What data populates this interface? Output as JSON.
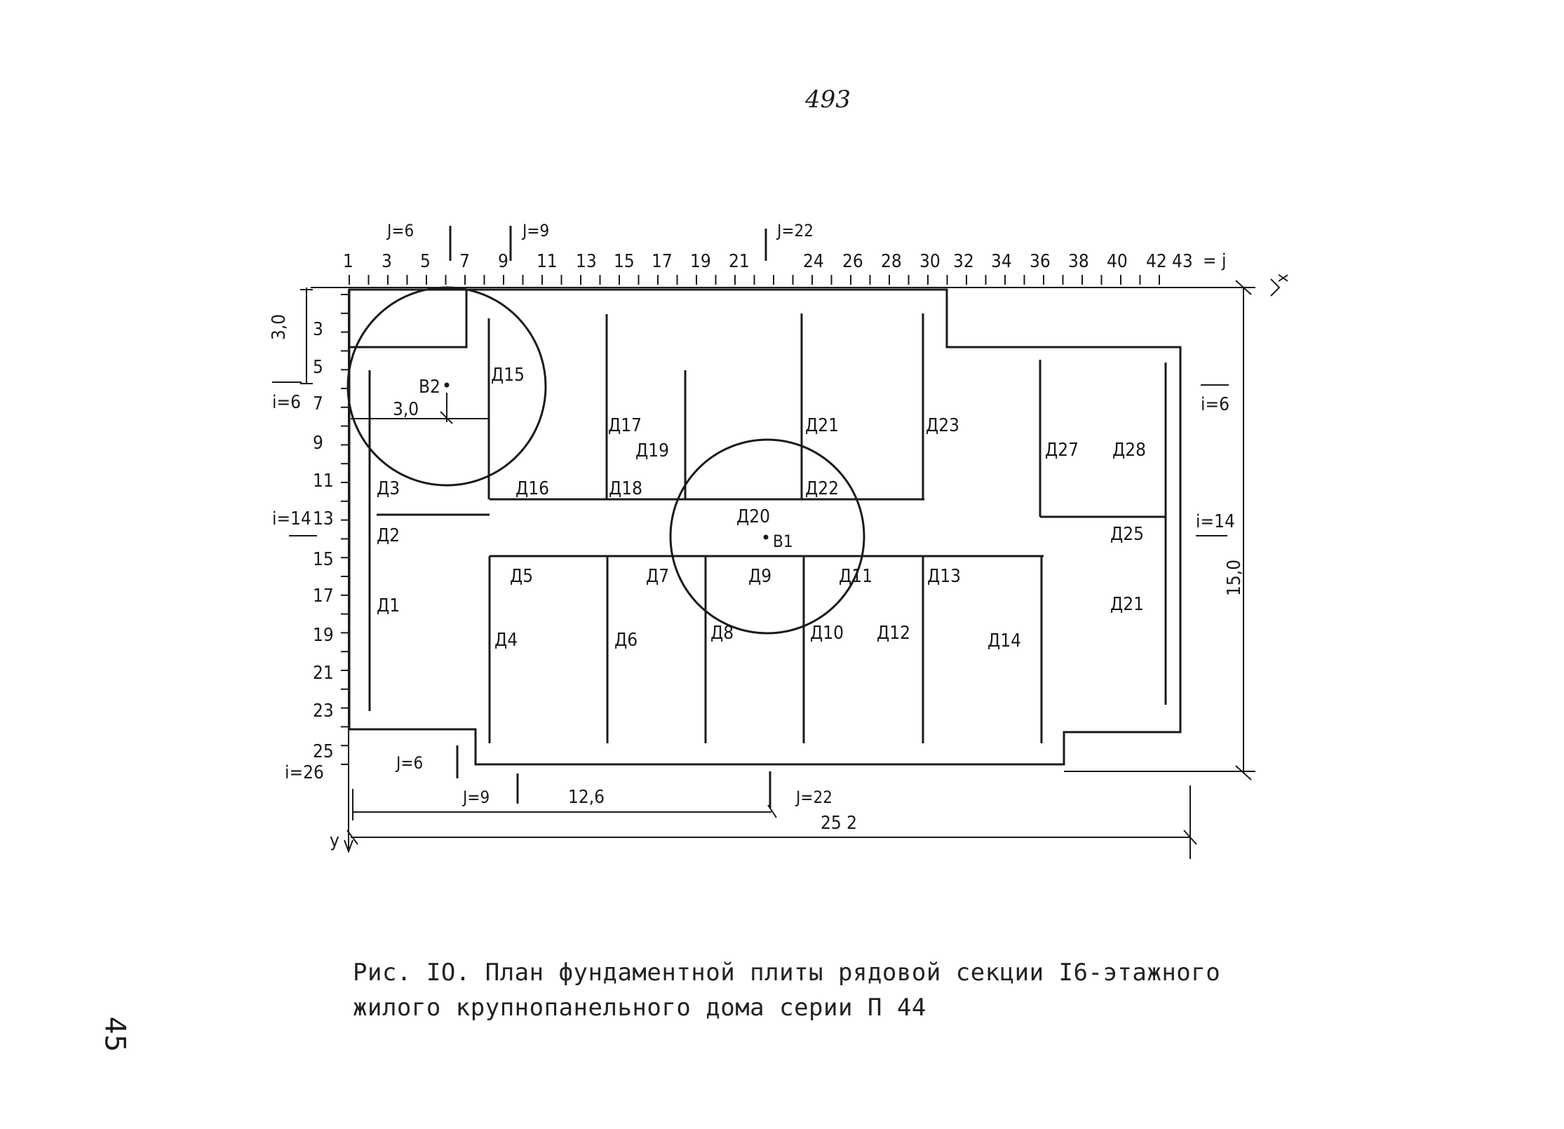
{
  "page_number_top": "493",
  "page_number_side": "45",
  "caption": {
    "line1": "Рис. IO. План фундаментной плиты рядовой секции I6-этажного",
    "line2": "жилого крупнопанельного дома серии П 44"
  },
  "top_axis": {
    "ticks": [
      "1",
      "3",
      "5",
      "7",
      "9",
      "11",
      "13",
      "15",
      "17",
      "19",
      "21",
      "24",
      "26",
      "28",
      "30",
      "32",
      "34",
      "36",
      "38",
      "40",
      "42",
      "43"
    ],
    "suffix": "= j",
    "axis_label": "x",
    "section_marks": [
      "J=6",
      "J=9",
      "J=22"
    ]
  },
  "left_axis": {
    "ticks": [
      "3",
      "5",
      "7",
      "9",
      "11",
      "13",
      "15",
      "17",
      "19",
      "21",
      "23",
      "25"
    ],
    "row_marks": [
      "i=6",
      "i=14",
      "i=26"
    ],
    "axis_label": "y"
  },
  "right_marks": [
    "i=6",
    "i=14"
  ],
  "bottom_marks": [
    "J=6",
    "J=9",
    "J=22"
  ],
  "dimensions": {
    "cell_width": "3,0",
    "cell_height": "3,0",
    "half_length": "12,6",
    "total_length": "25 2",
    "total_height": "15,0"
  },
  "points": {
    "b1": "B1",
    "b2": "B2"
  },
  "zones": [
    "Д1",
    "Д2",
    "Д3",
    "Д4",
    "Д5",
    "Д6",
    "Д7",
    "Д8",
    "Д9",
    "Д10",
    "Д11",
    "Д12",
    "Д13",
    "Д14",
    "Д15",
    "Д16",
    "Д17",
    "Д18",
    "Д19",
    "Д20",
    "Д21",
    "Д22",
    "Д23",
    "Д25",
    "Д27",
    "Д28",
    "Д21"
  ]
}
